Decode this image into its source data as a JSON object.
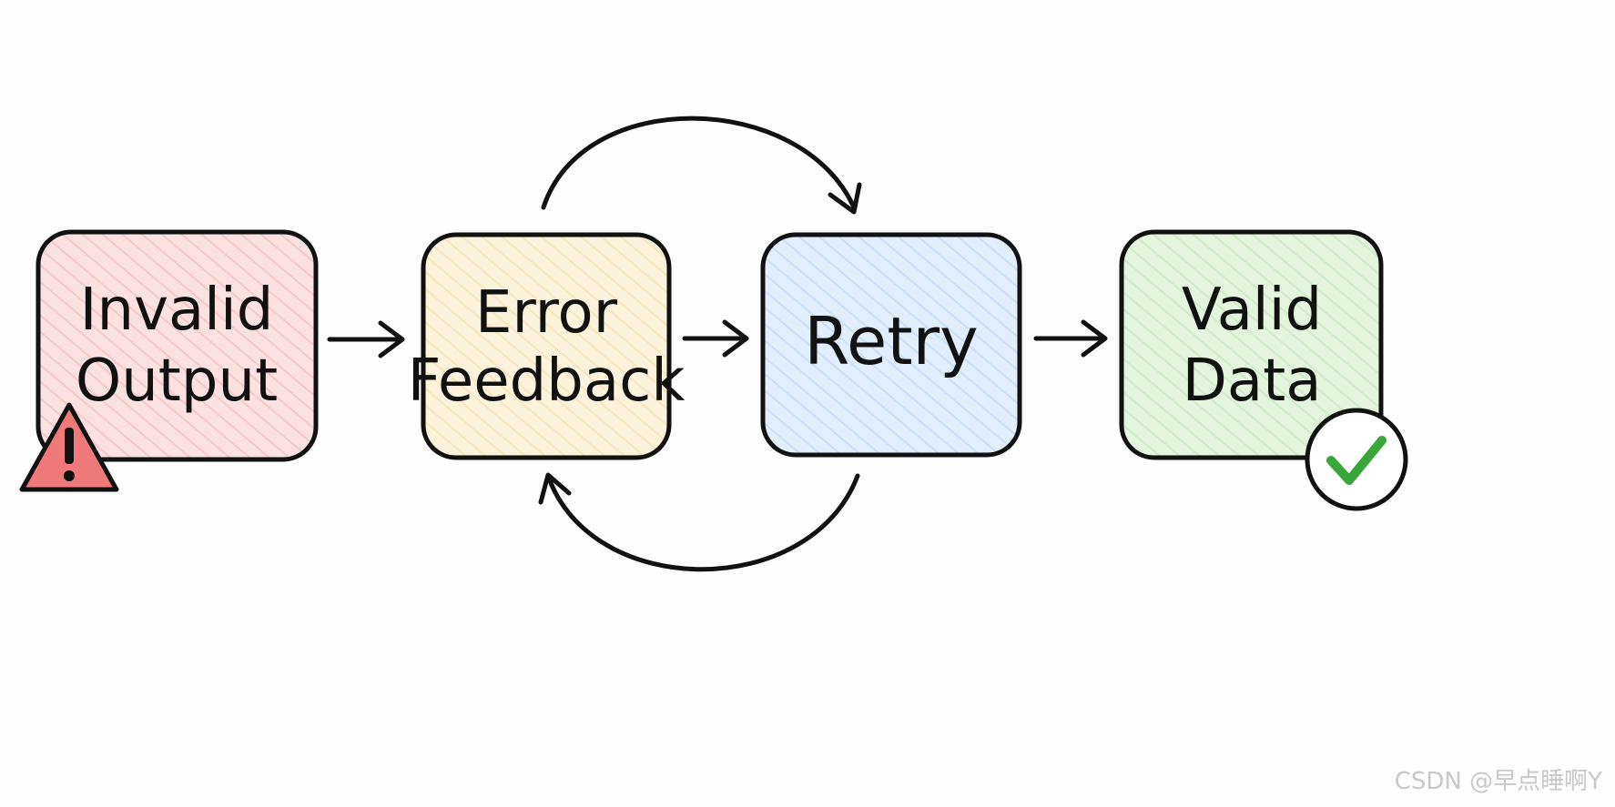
{
  "boxes": [
    {
      "id": "invalid-output",
      "lines": [
        "Invalid",
        "Output"
      ],
      "fill": "#fbe1e1",
      "hatch": "#f3b5b5"
    },
    {
      "id": "error-feedback",
      "lines": [
        "Error",
        "Feedback"
      ],
      "fill": "#fcf3dc",
      "hatch": "#f2dca0"
    },
    {
      "id": "retry",
      "lines": [
        "Retry"
      ],
      "fill": "#e2eefc",
      "hatch": "#b6d3f5"
    },
    {
      "id": "valid-data",
      "lines": [
        "Valid",
        "Data"
      ],
      "fill": "#e4f4df",
      "hatch": "#bde3b3"
    }
  ],
  "icons": {
    "warning": {
      "name": "warning-icon",
      "fill": "#f07a7a",
      "glyph": "!"
    },
    "success": {
      "name": "checkmark-icon",
      "stroke": "#3aa63a"
    }
  },
  "colors": {
    "ink": "#111111",
    "background": "#fdfdfd"
  },
  "watermark": "CSDN @早点睡啊Y"
}
